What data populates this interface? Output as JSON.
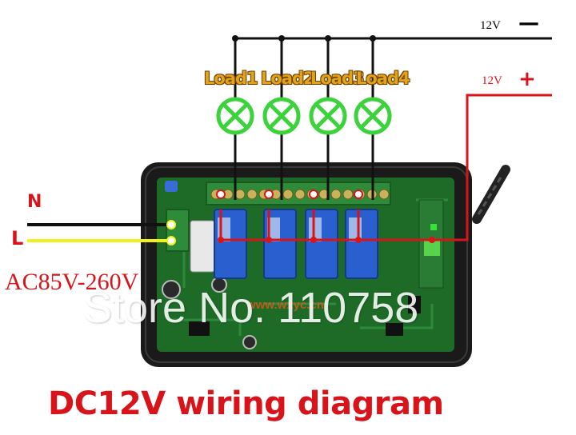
{
  "title": "DC12V wiring diagram",
  "watermark": "Store No. 110758",
  "website": "www.wxyc.cn",
  "supply": {
    "negative_label": "12V",
    "negative_symbol": "—",
    "positive_label": "12V",
    "positive_symbol": "+"
  },
  "mains": {
    "neutral_label": "N",
    "live_label": "L",
    "voltage_label": "AC85V-260V"
  },
  "loads": [
    {
      "label": "Load1"
    },
    {
      "label": "Load2"
    },
    {
      "label": "Load3"
    },
    {
      "label": "Load4"
    }
  ],
  "colors": {
    "negative_wire": "#111111",
    "positive_wire": "#d8141a",
    "live_wire": "#f2f21a",
    "lamp": "#3cd23c",
    "board": "#1e6b28",
    "case": "#1a1a1a",
    "relay": "#2a5fcf"
  }
}
